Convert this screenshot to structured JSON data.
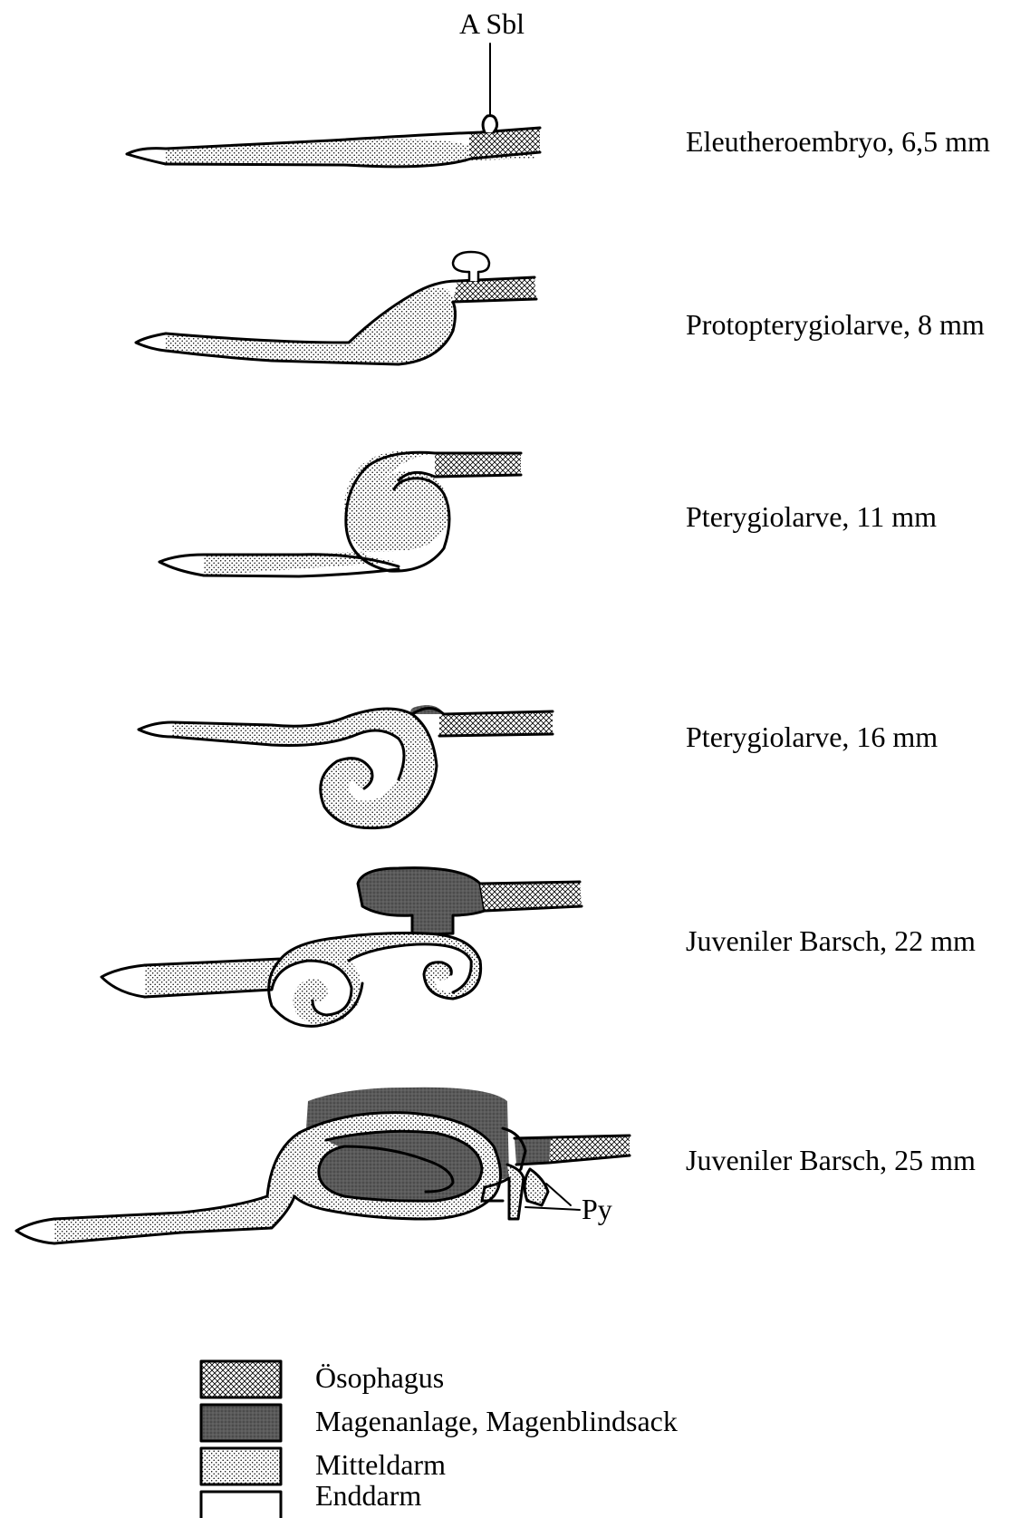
{
  "callouts": {
    "a_sbl": "A Sbl",
    "py": "Py"
  },
  "stages": [
    {
      "label": "Eleutheroembryo, 6,5 mm"
    },
    {
      "label": "Protopterygiolarve, 8 mm"
    },
    {
      "label": "Pterygiolarve, 11 mm"
    },
    {
      "label": "Pterygiolarve, 16 mm"
    },
    {
      "label": "Juveniler Barsch, 22 mm"
    },
    {
      "label": "Juveniler Barsch, 25 mm"
    }
  ],
  "legend": [
    {
      "label": "Ösophagus",
      "pattern": "crosshatch"
    },
    {
      "label": "Magenanlage, Magenblindsack",
      "pattern": "dark"
    },
    {
      "label": "Mitteldarm",
      "pattern": "stipple"
    },
    {
      "label": "Enddarm",
      "pattern": "none"
    }
  ],
  "colors": {
    "ink": "#000000",
    "stomach": "#555555",
    "paper": "#ffffff"
  }
}
